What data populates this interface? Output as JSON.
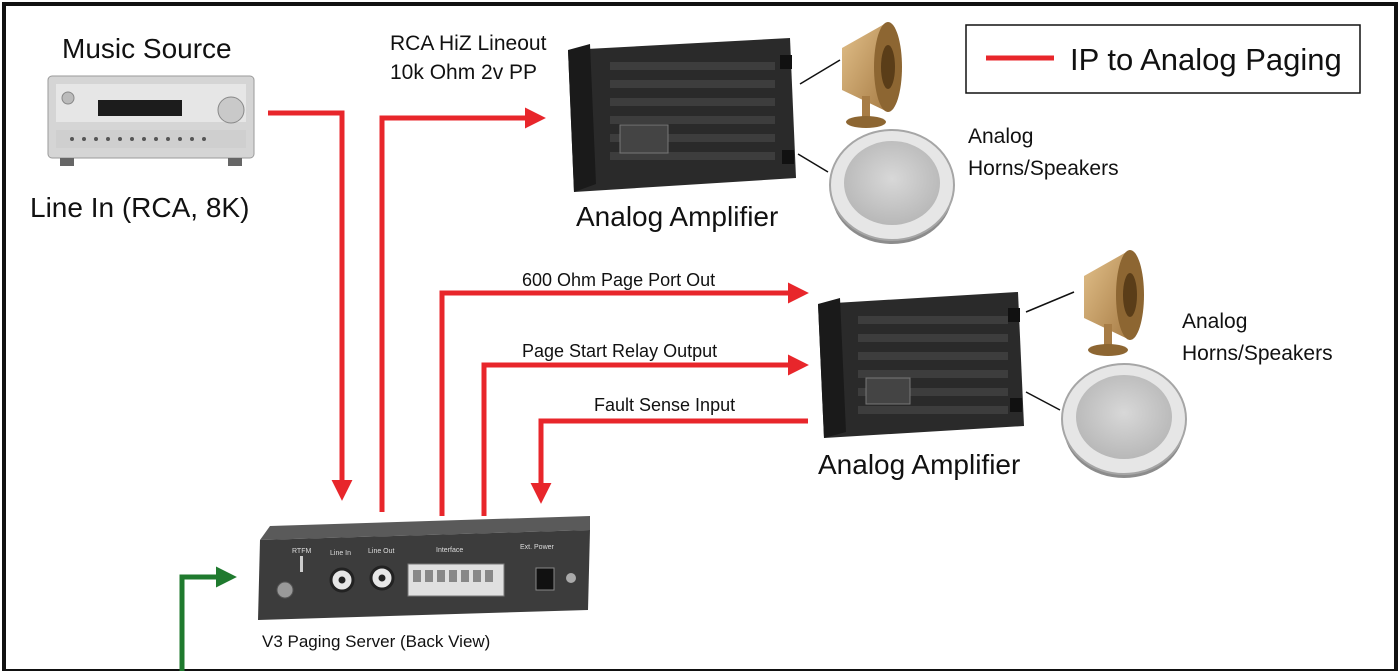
{
  "labels": {
    "music_source": "Music Source",
    "line_in": "Line In (RCA, 8K)",
    "rca_line1": "RCA HiZ Lineout",
    "rca_line2": "10k Ohm 2v PP",
    "amplifier": "Analog Amplifier",
    "horns_line1": "Analog",
    "horns_line2": "Horns/Speakers",
    "page_port": "600 Ohm Page Port Out",
    "page_relay": "Page Start Relay Output",
    "fault_sense": "Fault Sense Input",
    "server_caption": "V3 Paging Server (Back View)"
  },
  "legend": {
    "text": "IP to Analog Paging"
  },
  "server_panel": {
    "rtfm": "RTFM",
    "line_in": "Line In",
    "line_out": "Line Out",
    "interface": "Interface",
    "ext_power": "Ext. Power"
  },
  "colors": {
    "signal": "#e8262b",
    "network": "#1f7a2e",
    "frame": "#111111"
  }
}
